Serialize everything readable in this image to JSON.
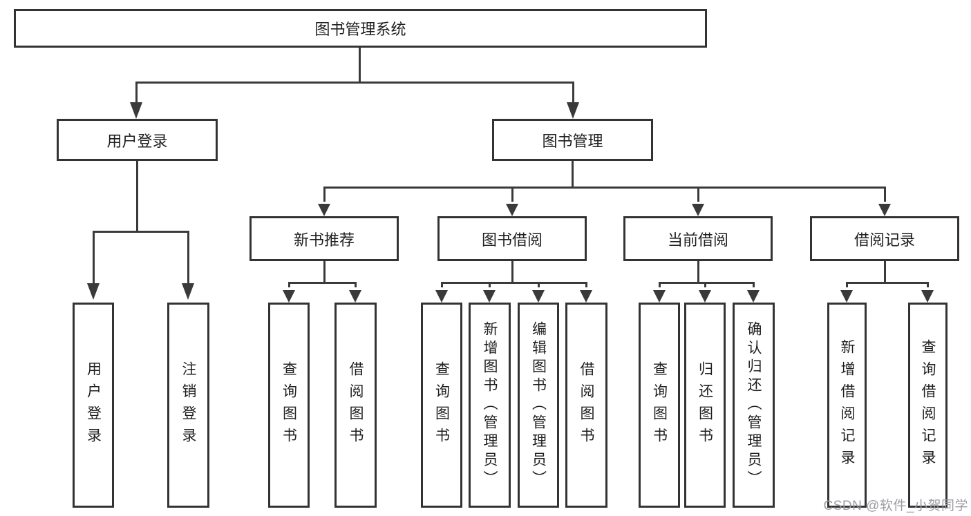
{
  "colors": {
    "line": "#3a3a3a",
    "box_border": "#333333",
    "text": "#1f1f1f",
    "background": "#ffffff",
    "watermark": "#9b9ba3"
  },
  "diagram": {
    "root": "图书管理系统",
    "nodes": {
      "user_login": "用户登录",
      "book_mgmt": "图书管理",
      "new_book": "新书推荐",
      "book_borrow": "图书借阅",
      "current_borrow": "当前借阅",
      "borrow_record": "借阅记录"
    },
    "leaves": {
      "user_login_leaf": "用户登录",
      "logout": "注销登录",
      "nb_query": "查询图书",
      "nb_borrow": "借阅图书",
      "bb_query": "查询图书",
      "bb_add": "新增图书（管理员）",
      "bb_edit": "编辑图书（管理员）",
      "bb_borrow": "借阅图书",
      "cb_query": "查询图书",
      "cb_return": "归还图书",
      "cb_confirm": "确认归还（管理员）",
      "br_add": "新增借阅记录",
      "br_query": "查询借阅记录"
    }
  },
  "watermark": {
    "text": "CSDN @软件_小贺同学"
  }
}
